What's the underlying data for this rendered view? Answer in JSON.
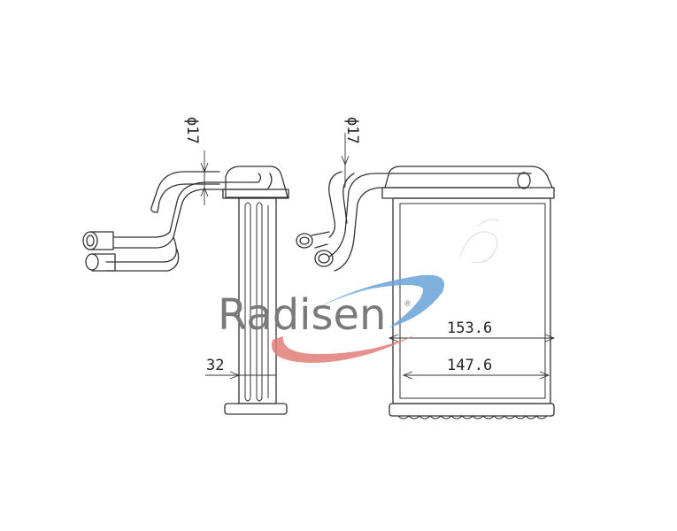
{
  "brand": {
    "name": "Radisen",
    "registered_mark": "®",
    "swoosh_colors": {
      "blue": "#6aa2d8",
      "red": "#e07c78"
    }
  },
  "dimensions": {
    "pipe_dia_side": "ϕ17",
    "pipe_dia_front": "ϕ17",
    "core_thickness": "32",
    "overall_width": "153.6",
    "core_width": "147.6"
  },
  "colors": {
    "ink": "#333333"
  }
}
